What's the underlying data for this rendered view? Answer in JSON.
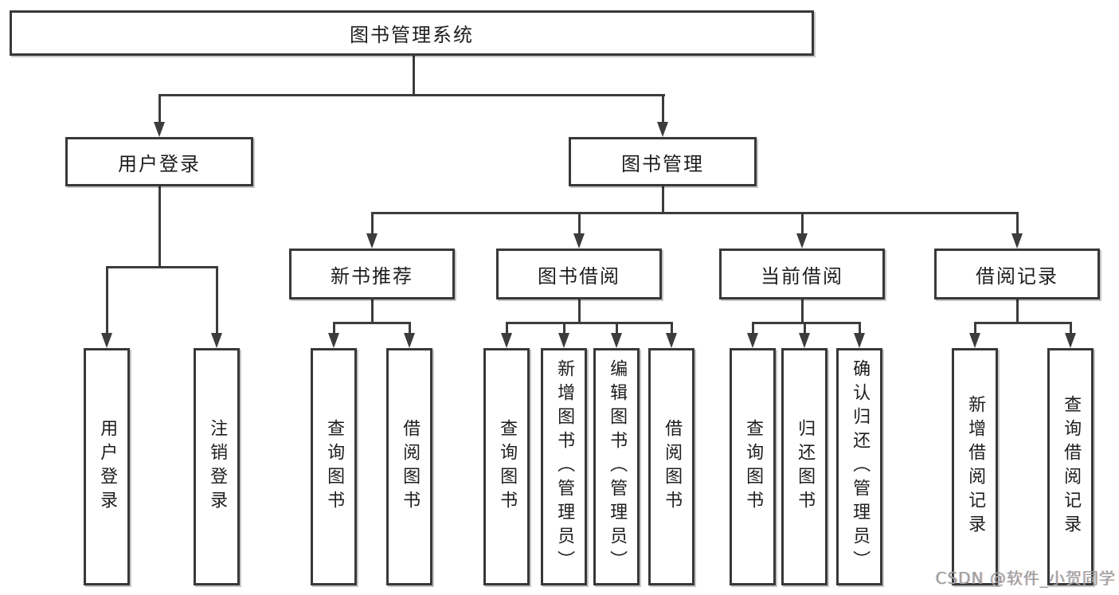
{
  "diagram": {
    "root": "图书管理系统",
    "level2": [
      "用户登录",
      "图书管理"
    ],
    "level3": [
      "新书推荐",
      "图书借阅",
      "当前借阅",
      "借阅记录"
    ],
    "leaves": [
      "用户登录",
      "注销登录",
      "查询图书",
      "借阅图书",
      "查询图书",
      "新增图书（管理员）",
      "编辑图书（管理员）",
      "借阅图书",
      "查询图书",
      "归还图书",
      "确认归还（管理员）",
      "新增借阅记录",
      "查询借阅记录"
    ],
    "watermark": "CSDN @软件_小贺同学"
  }
}
